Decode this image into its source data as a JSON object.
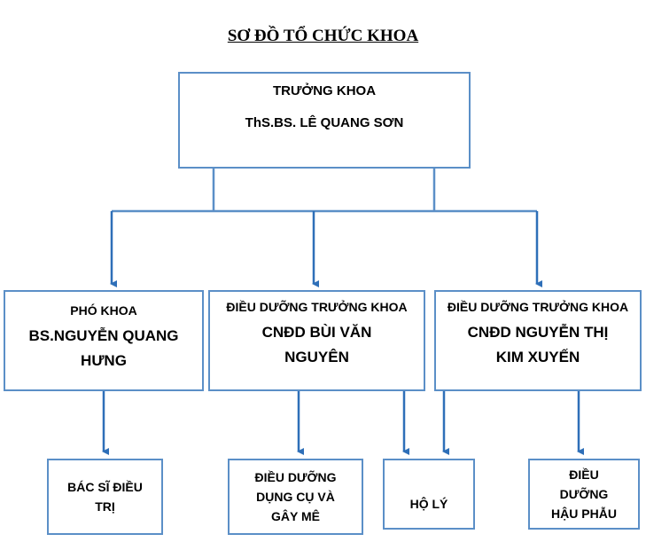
{
  "title": "SƠ ĐỒ TỔ CHỨC KHOA",
  "head": {
    "role": "TRƯỞNG KHOA",
    "name": "ThS.BS. LÊ QUANG SƠN"
  },
  "mid": [
    {
      "role": "PHÓ KHOA",
      "name": "BS.NGUYỄN QUANG HƯNG"
    },
    {
      "role": "ĐIỀU DƯỠNG TRƯỞNG KHOA",
      "name": "CNĐD BÙI VĂN NGUYÊN"
    },
    {
      "role": "ĐIỀU DƯỠNG TRƯỞNG KHOA",
      "name": "CNĐD NGUYỄN THỊ KIM XUYẾN"
    }
  ],
  "leaves": [
    "BÁC SĨ ĐIỀU TRỊ",
    "ĐIỀU DƯỠNG DỤNG CỤ VÀ GÂY MÊ",
    "HỘ LÝ",
    "ĐIỀU DƯỠNG HẬU PHẪU"
  ],
  "colors": {
    "line": "#2e6fb8",
    "border": "#5b8fc7"
  }
}
